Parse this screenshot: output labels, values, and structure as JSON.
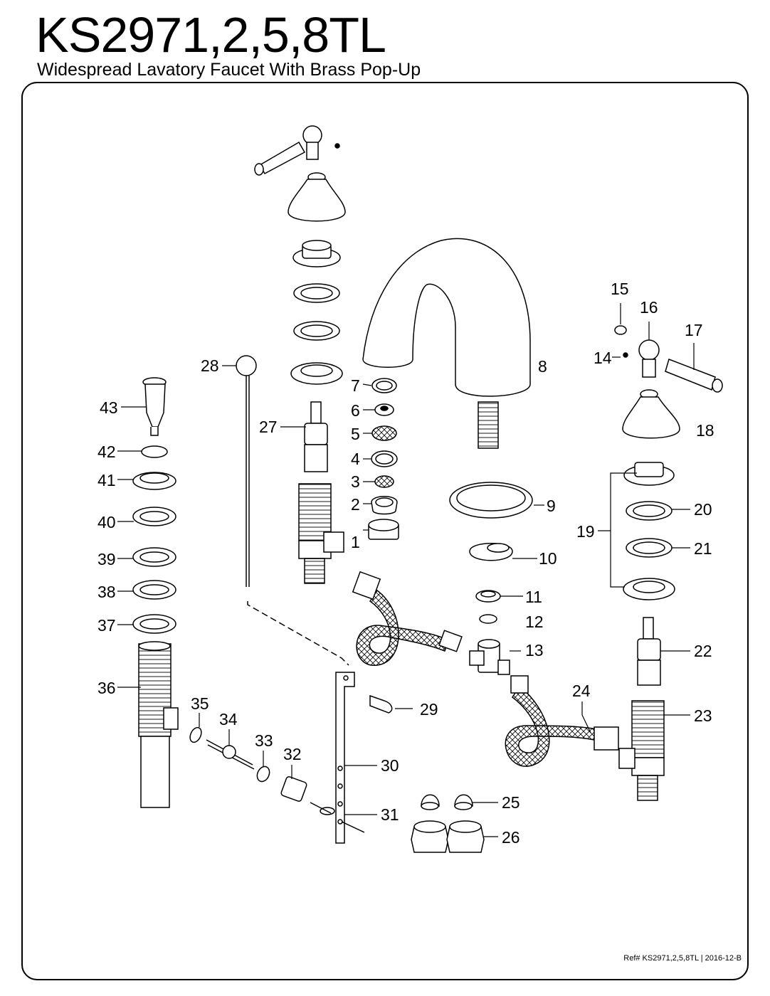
{
  "header": {
    "model": "KS2971,2,5,8TL",
    "description": "Widespread Lavatory Faucet With Brass Pop-Up"
  },
  "footer": {
    "reference": "Ref# KS2971,2,5,8TL | 2016-12-B"
  },
  "callouts": [
    "1",
    "2",
    "3",
    "4",
    "5",
    "6",
    "7",
    "8",
    "9",
    "10",
    "11",
    "12",
    "13",
    "14",
    "15",
    "16",
    "17",
    "18",
    "19",
    "20",
    "21",
    "22",
    "23",
    "24",
    "25",
    "26",
    "27",
    "28",
    "29",
    "30",
    "31",
    "32",
    "33",
    "34",
    "35",
    "36",
    "37",
    "38",
    "39",
    "40",
    "41",
    "42",
    "43"
  ]
}
